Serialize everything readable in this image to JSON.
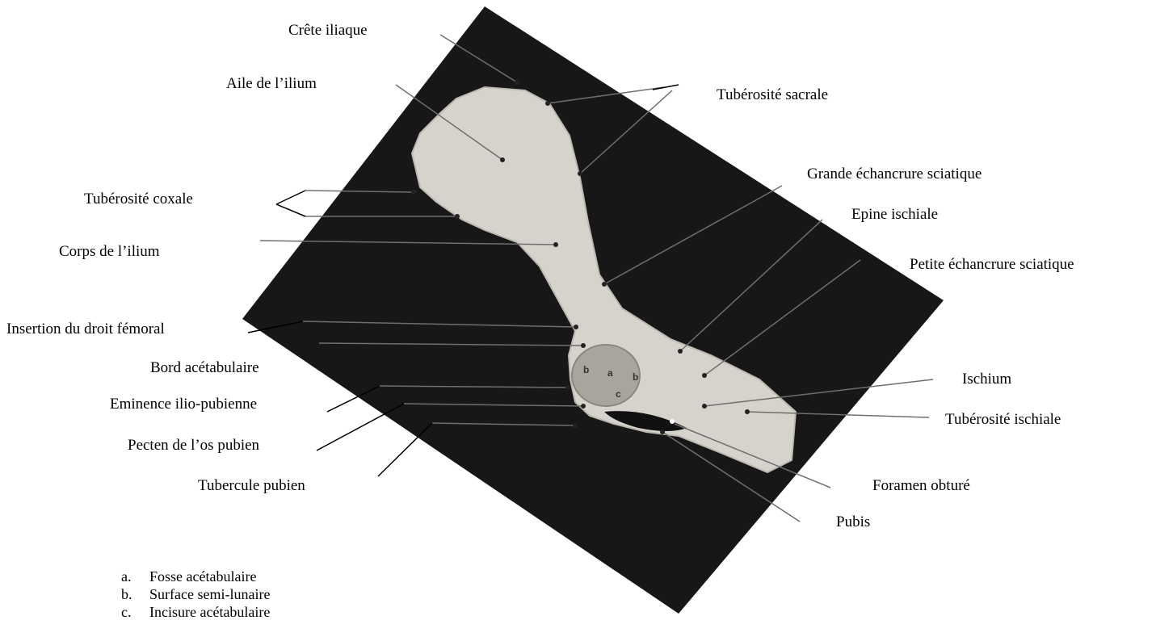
{
  "labels": {
    "crete_iliaque": "Crête iliaque",
    "aile_ilium": "Aile de l’ilium",
    "tuberosite_sacrale": "Tubérosité sacrale",
    "grande_echancrure": "Grande échancrure sciatique",
    "tuberosite_coxale": "Tubérosité coxale",
    "epine_ischiale": "Epine ischiale",
    "corps_ilium": "Corps de l’ilium",
    "petite_echancrure": "Petite échancrure sciatique",
    "insertion_droit_femoral": "Insertion du droit fémoral",
    "bord_acetabulaire": "Bord acétabulaire",
    "ischium": "Ischium",
    "eminence_ilio_pubienne": "Eminence ilio-pubienne",
    "tuberosite_ischiale": "Tubérosité ischiale",
    "pecten_os_pubien": "Pecten de l’os pubien",
    "tubercule_pubien": "Tubercule pubien",
    "foramen_obture": "Foramen obturé",
    "pubis": "Pubis"
  },
  "acetabulum_letters": {
    "a": "a",
    "b": "b",
    "c": "c"
  },
  "legend": [
    {
      "key": "a.",
      "text": "Fosse acétabulaire"
    },
    {
      "key": "b.",
      "text": "Surface semi-lunaire"
    },
    {
      "key": "c.",
      "text": "Incisure acétabulaire"
    }
  ],
  "colors": {
    "background_board": "#171717",
    "bone": "#d6d3cd",
    "bone_shade": "#bdb9b1",
    "leader": "#6e6e6e"
  }
}
